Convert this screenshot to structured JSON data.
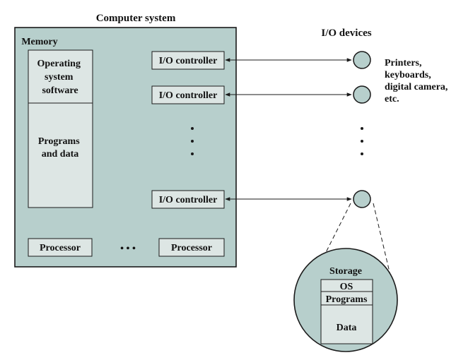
{
  "computer_system": {
    "title": "Computer system",
    "memory_label": "Memory",
    "memory_os_lines": [
      "Operating",
      "system",
      "software"
    ],
    "memory_programs_lines": [
      "Programs",
      "and data"
    ],
    "io_controllers": [
      "I/O controller",
      "I/O controller",
      "I/O controller"
    ],
    "processors": [
      "Processor",
      "Processor"
    ],
    "processor_ellipsis": "• • •"
  },
  "io_devices": {
    "title": "I/O devices",
    "device_description_lines": [
      "Printers,",
      "keyboards,",
      "digital camera,",
      "etc."
    ]
  },
  "storage": {
    "title": "Storage",
    "os_label": "OS",
    "programs_label": "Programs",
    "data_label": "Data"
  },
  "colors": {
    "system_fill": "#b7cfcc",
    "box_fill": "#dde6e4",
    "outline": "#1a1a1a"
  }
}
